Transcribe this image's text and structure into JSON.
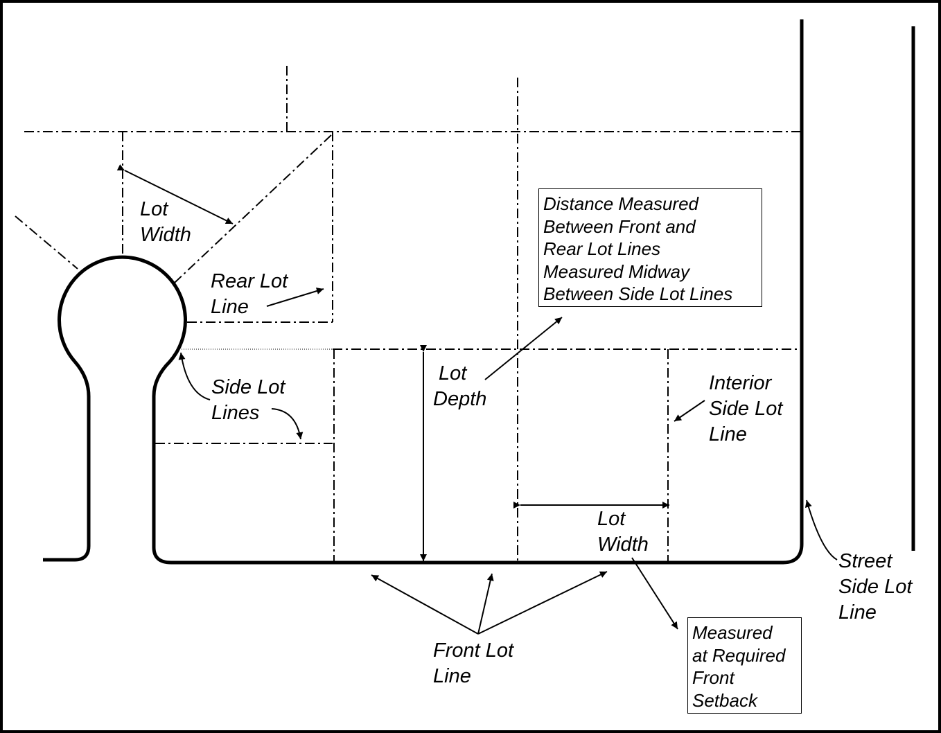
{
  "labels": {
    "lot_width_top": [
      "Lot",
      "Width"
    ],
    "rear_lot_line": [
      "Rear Lot",
      "Line"
    ],
    "side_lot_lines": [
      "Side Lot",
      "Lines"
    ],
    "lot_depth": [
      "Lot",
      "Depth"
    ],
    "interior_side_lot_line": [
      "Interior",
      "Side Lot",
      "Line"
    ],
    "lot_width_bottom": [
      "Lot",
      "Width"
    ],
    "front_lot_line": [
      "Front Lot",
      "Line"
    ],
    "street_side_lot_line": [
      "Street",
      "Side Lot",
      "Line"
    ]
  },
  "notes": {
    "lot_depth_definition": [
      "Distance Measured",
      "Between Front and",
      "Rear Lot Lines",
      "Measured Midway",
      "Between Side Lot Lines"
    ],
    "lot_width_definition": [
      "Measured",
      "at Required",
      "Front",
      "Setback"
    ]
  }
}
